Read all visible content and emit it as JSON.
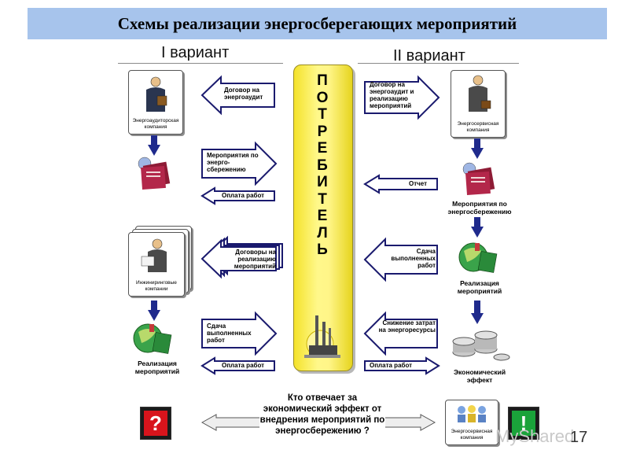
{
  "title": "Схемы реализации энергосберегающих мероприятий",
  "variants": {
    "left": "I вариант",
    "right": "II вариант"
  },
  "pillar_letters": [
    "П",
    "О",
    "Т",
    "Р",
    "Е",
    "Б",
    "И",
    "Т",
    "Е",
    "Л",
    "Ь"
  ],
  "left": {
    "card1_label": "Энергоаудиторская компания",
    "card2_label": "Инжиниринговые компании",
    "implementation_caption": "Реализация мероприятий",
    "arrows": {
      "contract_audit": "Договор на энергоаудит",
      "measures": "Мероприятия по энерго-сбережению",
      "payment1": "Оплата работ",
      "contracts_impl": "Договоры на реализацию мероприятий",
      "delivery": "Сдача выполненных работ",
      "payment2": "Оплата работ"
    }
  },
  "right": {
    "card1_label": "Энергосервисная компания",
    "measures_caption": "Мероприятия по энергосбережению",
    "implementation_caption": "Реализация мероприятий",
    "effect_caption": "Экономический эффект",
    "card2_label": "Энергосервисная компания",
    "arrows": {
      "contract_audit_impl": "Договор на энергоаудит и реализацию мероприятий",
      "report": "Отчет",
      "delivery": "Сдача выполненных работ",
      "cost_reduction": "Снижение затрат на энергоресурсы",
      "payment": "Оплата работ"
    }
  },
  "bottom": {
    "question": "Кто отвечает за экономический эффект от внедрения мероприятий по энергосбережению ?",
    "left_sign": "?",
    "right_sign": "!"
  },
  "watermark": "MyShared",
  "page_number": "17",
  "colors": {
    "title_bar": "#a7c4ec",
    "arrow_fill": "#ffffff",
    "arrow_stroke": "#1a1a6e",
    "down_arrow": "#1f2a8c",
    "pillar": "#f7ea4a",
    "sign_left": "#d8141c",
    "sign_right": "#1aa33a"
  }
}
